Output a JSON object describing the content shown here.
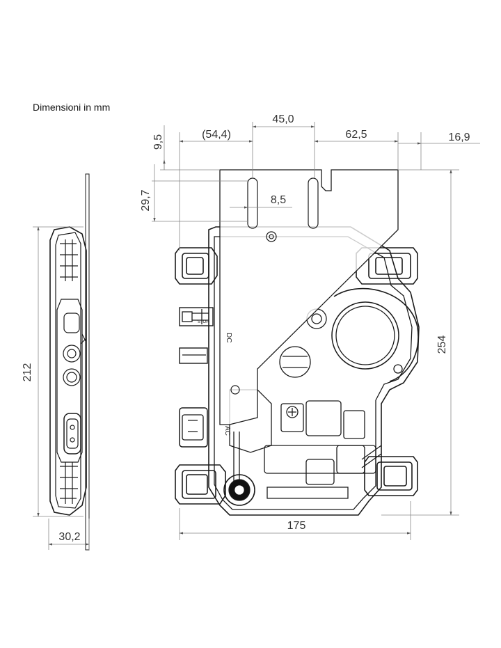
{
  "title": "Dimensioni in mm",
  "dimensions": {
    "top_left_ref": "(54,4)",
    "top_middle": "45,0",
    "top_right": "62,5",
    "far_right": "16,9",
    "offset_vertical": "9,5",
    "slot_vertical": "29,7",
    "slot_width": "8,5",
    "side_height": "212",
    "side_depth": "30,2",
    "front_width": "175",
    "front_height": "254"
  },
  "device_labels": {
    "dc_label": "DC",
    "ac_label": "AC",
    "stop_label": "STOP"
  },
  "colors": {
    "line": "#1a1a1a",
    "dim_line": "#888888",
    "text": "#333333"
  }
}
